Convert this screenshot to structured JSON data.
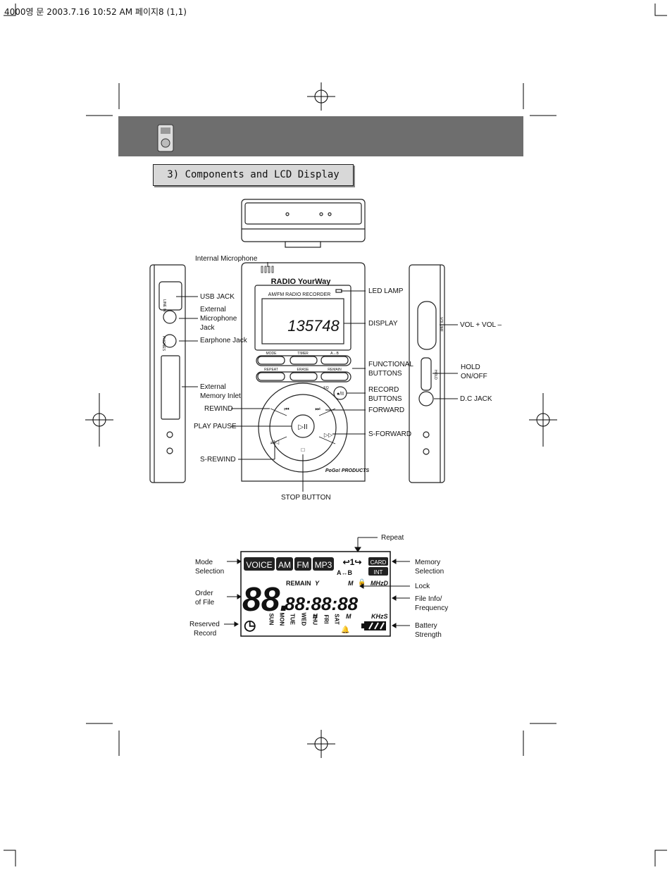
{
  "page_header": "4000영 문  2003.7.16 10:52 AM 페이지8 (1,1)",
  "section_title": "3)  Components and LCD Display",
  "device": {
    "brand": "RADIO YourWay",
    "display_caption": "AM/FM RADIO RECORDER",
    "display_digits": "135748",
    "buttons_row1": [
      "MODE",
      "TIMER",
      "A↔B"
    ],
    "buttons_row2": [
      "REPEAT",
      "ERASE",
      "REMAIN"
    ],
    "eq_label": "EQ",
    "side_labels": [
      "LINE IN",
      "PHONES",
      "VOLUME",
      "HOLD"
    ],
    "maker_logo": "PoGo! PRODUCTS"
  },
  "labels": {
    "internal_mic": "Internal Microphone",
    "usb_jack": "USB JACK",
    "ext_mic": [
      "External",
      "Microphone",
      "Jack"
    ],
    "earphone": "Earphone Jack",
    "ext_memory": [
      "External",
      "Memory Inlet"
    ],
    "rewind": "REWIND",
    "play_pause": "PLAY PAUSE",
    "s_rewind": "S-REWIND",
    "stop": "STOP BUTTON",
    "led": "LED LAMP",
    "display": "DISPLAY",
    "functional": [
      "FUNCTIONAL",
      "BUTTONS"
    ],
    "record": [
      "RECORD",
      "BUTTONS"
    ],
    "forward": "FORWARD",
    "s_forward": "S-FORWARD",
    "vol": "VOL + VOL –",
    "hold": [
      "HOLD",
      "ON/OFF"
    ],
    "dc": "D.C JACK"
  },
  "lcd": {
    "modes": [
      "VOICE",
      "AM",
      "FM",
      "MP3"
    ],
    "memory": [
      "CARD",
      "INT"
    ],
    "ab": "A↔B",
    "remain": "REMAIN",
    "y": "Y",
    "m": "M",
    "mhz": "MHzD",
    "h": "H",
    "khz": "KHzS",
    "big_digits": "88.",
    "small_digits": "88:88:88",
    "days": [
      "SUN",
      "MON",
      "TUE",
      "WED",
      "THU",
      "FRI",
      "SAT"
    ],
    "labels": {
      "repeat": "Repeat",
      "mode": [
        "Mode",
        "Selection"
      ],
      "memory": [
        "Memory",
        "Selection"
      ],
      "order": [
        "Order",
        "of File"
      ],
      "lock": "Lock",
      "file_info": [
        "File Info/",
        "Frequency"
      ],
      "reserved": [
        "Reserved",
        "Record"
      ],
      "battery": [
        "Battery",
        "Strength"
      ]
    }
  }
}
